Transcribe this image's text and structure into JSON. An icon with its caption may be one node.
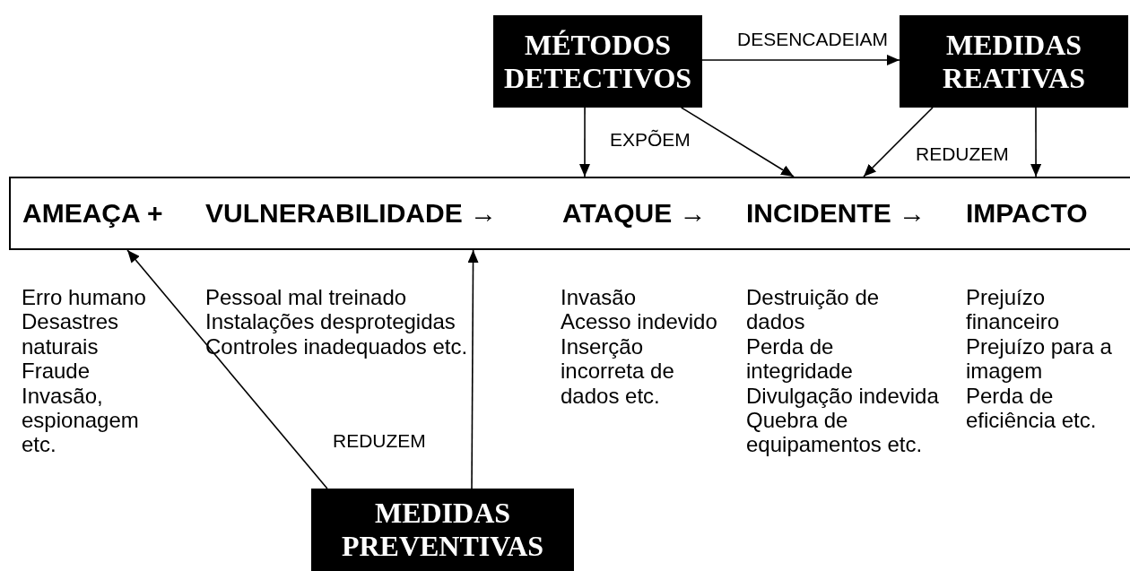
{
  "diagram": {
    "nodes": [
      {
        "text": [
          "MÉTODOS DETECTIVOS"
        ]
      },
      {
        "text": [
          "MEDIDAS REATIVAS"
        ]
      },
      {
        "text": [],
        "shape": "box"
      },
      {
        "text": [
          "AMEAÇA +"
        ],
        "in": 2
      },
      {
        "text": [
          "VULNERABILIDADE →"
        ],
        "in": 2
      },
      {
        "text": [
          "ATAQUE →"
        ],
        "in": 2
      },
      {
        "text": [
          "INCIDENTE →"
        ],
        "in": 2
      },
      {
        "text": [
          "IMPACTO"
        ],
        "in": 2
      },
      {
        "text": [
          "MEDIDAS PREVENTIVAS"
        ]
      }
    ],
    "edges": [
      {
        "from": 0,
        "to": 1,
        "arrow": "to",
        "label": "DESENCADEIAM"
      },
      {
        "from": 0,
        "to": 5,
        "arrow": "to",
        "label": "EXPÕEM"
      },
      {
        "from": 0,
        "to": 6,
        "arrow": "to"
      },
      {
        "from": 1,
        "to": 6,
        "arrow": "to"
      },
      {
        "from": 1,
        "to": 7,
        "arrow": "to",
        "label": "REDUZEM"
      },
      {
        "from": 8,
        "to": 3,
        "arrow": "to"
      },
      {
        "from": 8,
        "to": 4,
        "arrow": "to",
        "label": "REDUZEM"
      }
    ],
    "labels": [
      "Erro humano",
      "Desastres naturais",
      "Fraude",
      "Invasão, espionagem etc.",
      "Pessoal mal treinado",
      "Instalações desprotegidas",
      "Controles inadequados etc.",
      "Invasão",
      "Acesso indevido",
      "Inserção incorreta de dados etc.",
      "Destruição de dados",
      "Perda de integridade",
      "Divulgação indevida",
      "Quebra de equipamentos etc.",
      "Prejuízo financeiro",
      "Prejuízo para a imagem",
      "Perda de eficiência etc."
    ]
  }
}
